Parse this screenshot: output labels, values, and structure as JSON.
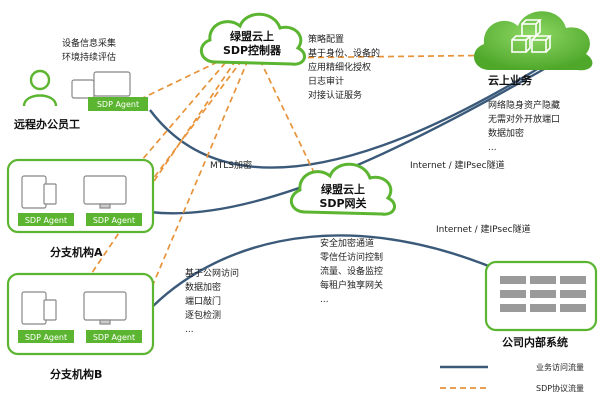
{
  "controller": {
    "title_line1": "绿盟云上",
    "title_line2": "SDP控制器",
    "notes": [
      "策略配置",
      "基于身份、设备的",
      "应用精细化授权",
      "日志审计",
      "对接认证服务"
    ]
  },
  "gateway": {
    "title_line1": "绿盟云上",
    "title_line2": "SDP网关",
    "notes": [
      "安全加密通道",
      "零信任访问控制",
      "流量、设备监控",
      "每租户独享网关",
      "..."
    ]
  },
  "cloud_business": {
    "title": "云上业务",
    "notes": [
      "网络隐身资产隐藏",
      "无需对外开放端口",
      "数据加密",
      "..."
    ]
  },
  "remote_worker": {
    "title": "远程办公员工",
    "notes": [
      "设备信息采集",
      "环境持续评估"
    ],
    "agent_label": "SDP Agent"
  },
  "branch_a": {
    "title": "分支机构A",
    "agent_labels": [
      "SDP Agent",
      "SDP Agent"
    ]
  },
  "branch_b": {
    "title": "分支机构B",
    "agent_labels": [
      "SDP Agent",
      "SDP Agent"
    ],
    "notes": [
      "基于公网访问",
      "数据加密",
      "端口敲门",
      "逐包检测",
      "..."
    ]
  },
  "internal_system": {
    "title": "公司内部系统"
  },
  "links": {
    "mtls": "MTLS加密",
    "internet_top": "Internet / 建IPsec隧道",
    "internet_bottom": "Internet / 建IPsec隧道"
  },
  "legend": {
    "business_flow": "业务访问流量",
    "sdp_protocol": "SDP协议流量"
  },
  "colors": {
    "green": "#5cb531",
    "green_dark": "#3f8f1c",
    "flow_line": "#3b5a7a",
    "protocol_line": "#e8933a"
  }
}
